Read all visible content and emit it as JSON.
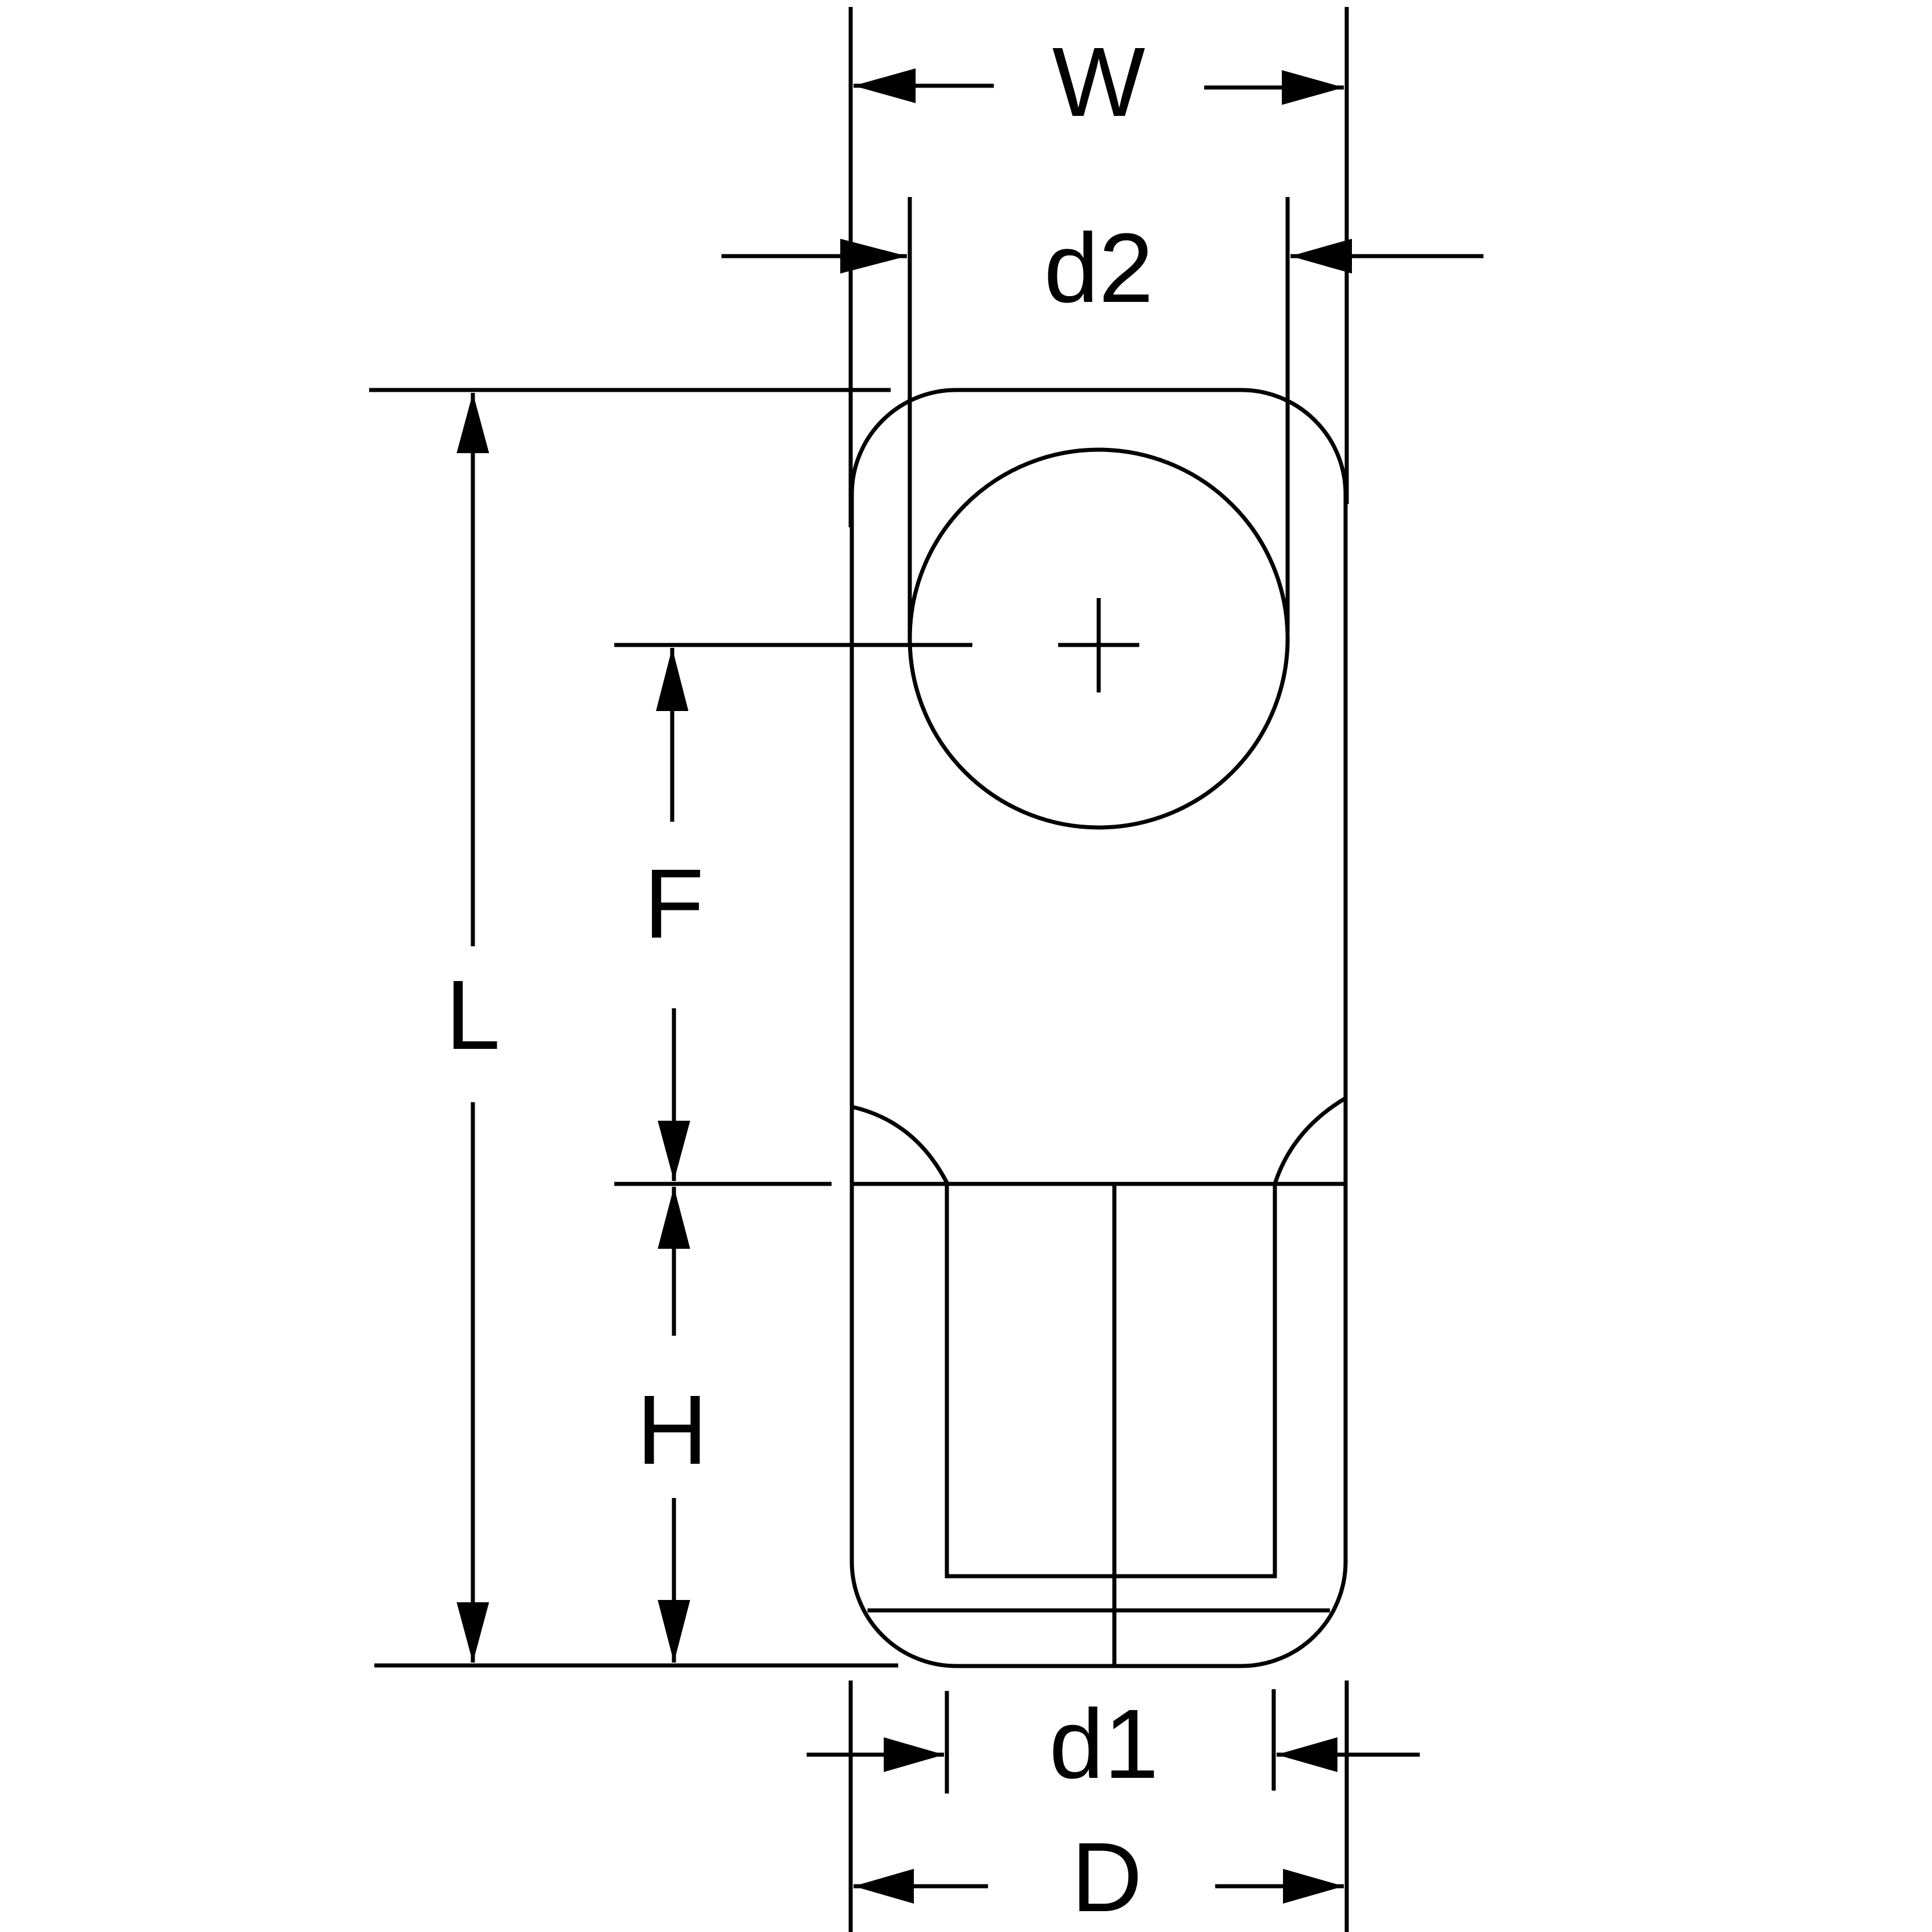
{
  "diagram": {
    "labels": {
      "W": "W",
      "d2": "d2",
      "L": "L",
      "F": "F",
      "H": "H",
      "d1": "d1",
      "D": "D"
    },
    "colors": {
      "line": "#000000",
      "background": "#ffffff"
    }
  }
}
